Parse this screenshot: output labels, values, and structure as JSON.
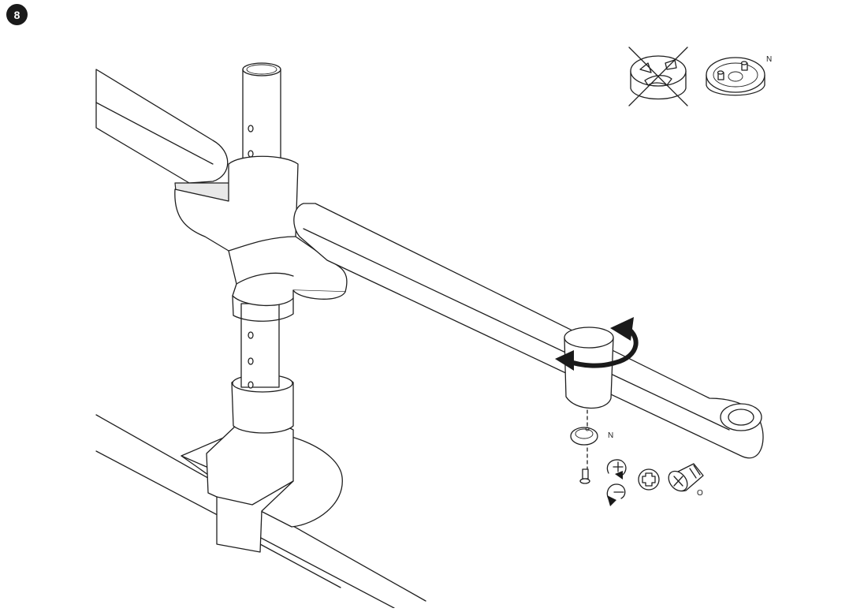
{
  "step": {
    "number": "8"
  },
  "labels": {
    "puck_top": "N",
    "puck_small": "N",
    "screw": "O"
  },
  "icons": {
    "rotate": "rotate-arrow-icon",
    "tighten": "tighten-clockwise-plus-icon",
    "loosen": "loosen-counterclockwise-minus-icon",
    "screwdriver": "phillips-screwdriver-icon",
    "screw": "screw-icon",
    "wrong": "crossed-out-puck-icon"
  },
  "colors": {
    "line": "#1f1f1f",
    "badge": "#1a1a1a",
    "background": "#ffffff"
  }
}
